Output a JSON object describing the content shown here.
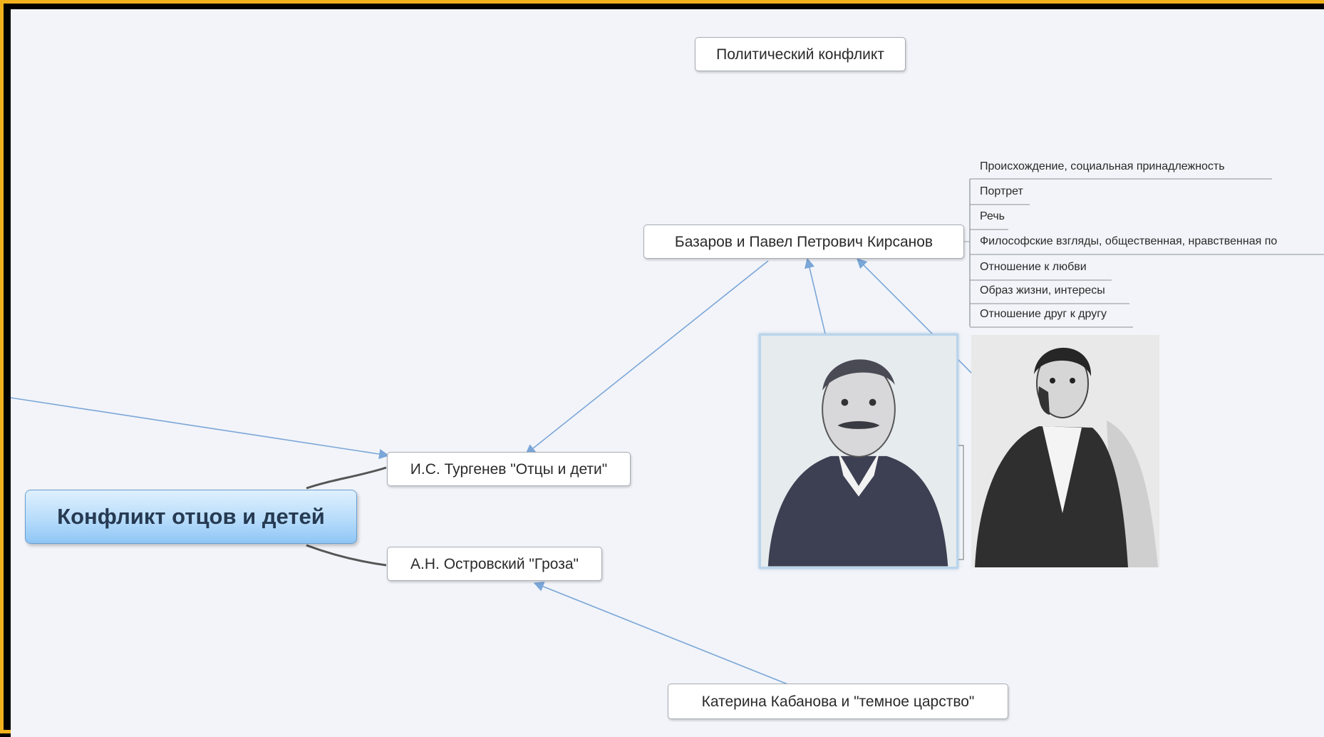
{
  "map": {
    "central_topic": "Конфликт отцов и детей",
    "topics": {
      "political_conflict": "Политический конфликт",
      "bazarov_kirsanov": "Базаров и Павел Петрович Кирсанов",
      "turgenev": "И.С. Тургенев \"Отцы и дети\"",
      "ostrovsky": "А.Н. Островский \"Гроза\"",
      "katerina": "Катерина Кабанова и \"темное царство\""
    },
    "subtopics": [
      "Происхождение, социальная принадлежность",
      "Портрет",
      "Речь",
      "Философские взгляды, общественная, нравственная по",
      "Отношение к любви",
      "Образ жизни, интересы",
      "Отношение друг к другу"
    ]
  },
  "colors": {
    "frame_border": "#f0b11c",
    "canvas_background": "#f2f4f9",
    "relationship_line": "#7aa6d8",
    "branch_line": "#555555",
    "central_fill": "#b7dcfb"
  }
}
